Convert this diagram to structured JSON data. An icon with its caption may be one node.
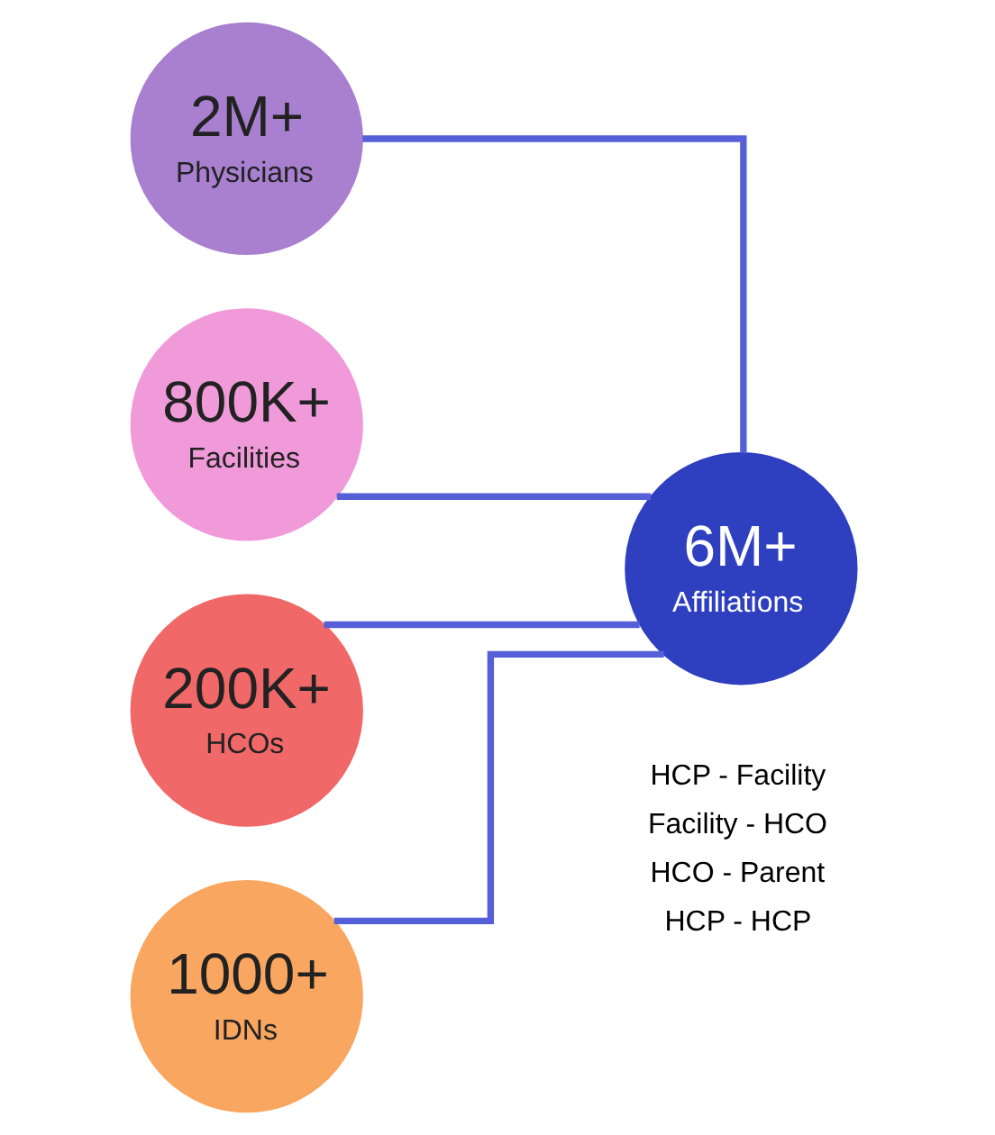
{
  "diagram": {
    "nodes": [
      {
        "text": [
          "2M+",
          "Physicians"
        ]
      },
      {
        "text": [
          "800K+",
          "Facilities"
        ]
      },
      {
        "text": [
          "200K+",
          "HCOs"
        ]
      },
      {
        "text": [
          "1000+",
          "IDNs"
        ]
      },
      {
        "text": [
          "6M+",
          "Affiliations"
        ],
        "beside": [
          "HCP - Facility",
          "Facility - HCO",
          "HCO - Parent",
          "HCP - HCP"
        ]
      }
    ],
    "edges": [
      {
        "from": 0,
        "to": 4,
        "arrow": "none"
      },
      {
        "from": 1,
        "to": 4,
        "arrow": "none"
      },
      {
        "from": 2,
        "to": 4,
        "arrow": "none"
      },
      {
        "from": 3,
        "to": 4,
        "arrow": "none"
      }
    ]
  }
}
